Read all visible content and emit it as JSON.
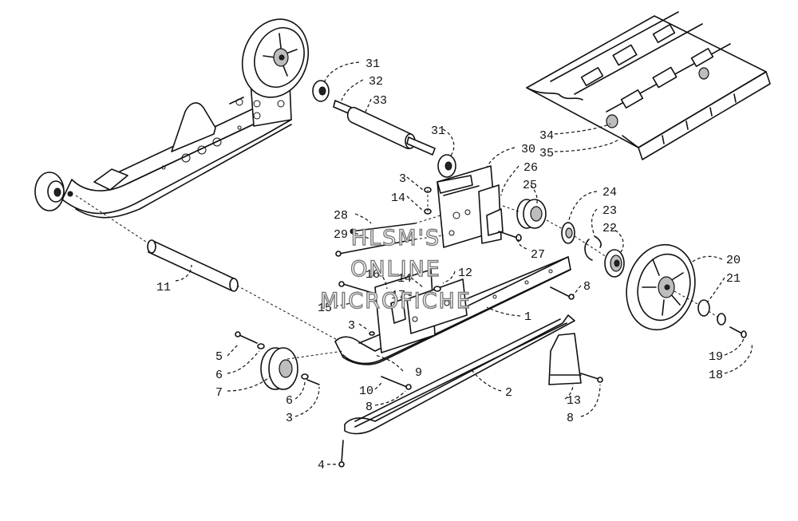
{
  "watermark": {
    "line1": "HLSM'S",
    "line2": "ONLINE",
    "line3": "MICROFICHE"
  },
  "callouts": [
    {
      "id": "c31a",
      "text": "31"
    },
    {
      "id": "c32",
      "text": "32"
    },
    {
      "id": "c33",
      "text": "33"
    },
    {
      "id": "c31b",
      "text": "31"
    },
    {
      "id": "c30",
      "text": "30"
    },
    {
      "id": "c26",
      "text": "26"
    },
    {
      "id": "c25",
      "text": "25"
    },
    {
      "id": "c3a",
      "text": "3"
    },
    {
      "id": "c14a",
      "text": "14"
    },
    {
      "id": "c28",
      "text": "28"
    },
    {
      "id": "c29",
      "text": "29"
    },
    {
      "id": "c24",
      "text": "24"
    },
    {
      "id": "c23",
      "text": "23"
    },
    {
      "id": "c22",
      "text": "22"
    },
    {
      "id": "c27",
      "text": "27"
    },
    {
      "id": "c20",
      "text": "20"
    },
    {
      "id": "c21",
      "text": "21"
    },
    {
      "id": "c34",
      "text": "34"
    },
    {
      "id": "c35",
      "text": "35"
    },
    {
      "id": "c11",
      "text": "11"
    },
    {
      "id": "c16",
      "text": "16"
    },
    {
      "id": "c14b",
      "text": "14"
    },
    {
      "id": "c12",
      "text": "12"
    },
    {
      "id": "c17",
      "text": "17"
    },
    {
      "id": "c8a",
      "text": "8"
    },
    {
      "id": "c15",
      "text": "15"
    },
    {
      "id": "c1",
      "text": "1"
    },
    {
      "id": "c3b",
      "text": "3"
    },
    {
      "id": "c19",
      "text": "19"
    },
    {
      "id": "c18",
      "text": "18"
    },
    {
      "id": "c5",
      "text": "5"
    },
    {
      "id": "c6a",
      "text": "6"
    },
    {
      "id": "c7",
      "text": "7"
    },
    {
      "id": "c6b",
      "text": "6"
    },
    {
      "id": "c3c",
      "text": "3"
    },
    {
      "id": "c9",
      "text": "9"
    },
    {
      "id": "c10",
      "text": "10"
    },
    {
      "id": "c8b",
      "text": "8"
    },
    {
      "id": "c2",
      "text": "2"
    },
    {
      "id": "c13",
      "text": "13"
    },
    {
      "id": "c8c",
      "text": "8"
    },
    {
      "id": "c4",
      "text": "4"
    }
  ]
}
